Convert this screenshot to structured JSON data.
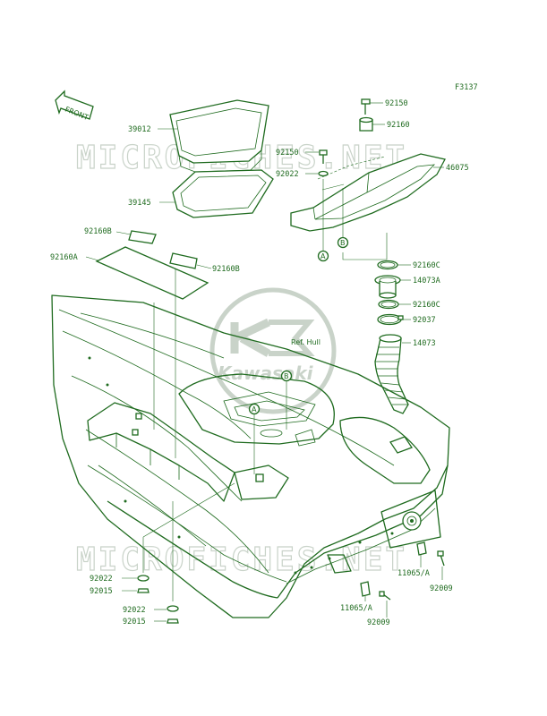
{
  "figure_code": "F3137",
  "front_label": "FRONT",
  "watermark_text": "MICROFICHES.NET",
  "logo_text": "Kawasaki",
  "ref_hull_label": "Ref. Hull",
  "callouts": {
    "a": "A",
    "b": "B"
  },
  "parts": {
    "p39012": "39012",
    "p39145": "39145",
    "p92160b_1": "92160B",
    "p92160a": "92160A",
    "p92160b_2": "92160B",
    "p92150_1": "92150",
    "p92160": "92160",
    "p92150_2": "92150",
    "p92022_1": "92022",
    "p46075": "46075",
    "p92160c_1": "92160C",
    "p14073a": "14073A",
    "p92160c_2": "92160C",
    "p92037": "92037",
    "p14073": "14073",
    "p92022_2": "92022",
    "p92015_1": "92015",
    "p92022_3": "92022",
    "p92015_2": "92015",
    "p11065a_1": "11065/A",
    "p92009_1": "92009",
    "p11065a_2": "11065/A",
    "p92009_2": "92009"
  },
  "colors": {
    "line": "#1f6b1f",
    "watermark": "#c9d3c9",
    "background": "#ffffff"
  }
}
